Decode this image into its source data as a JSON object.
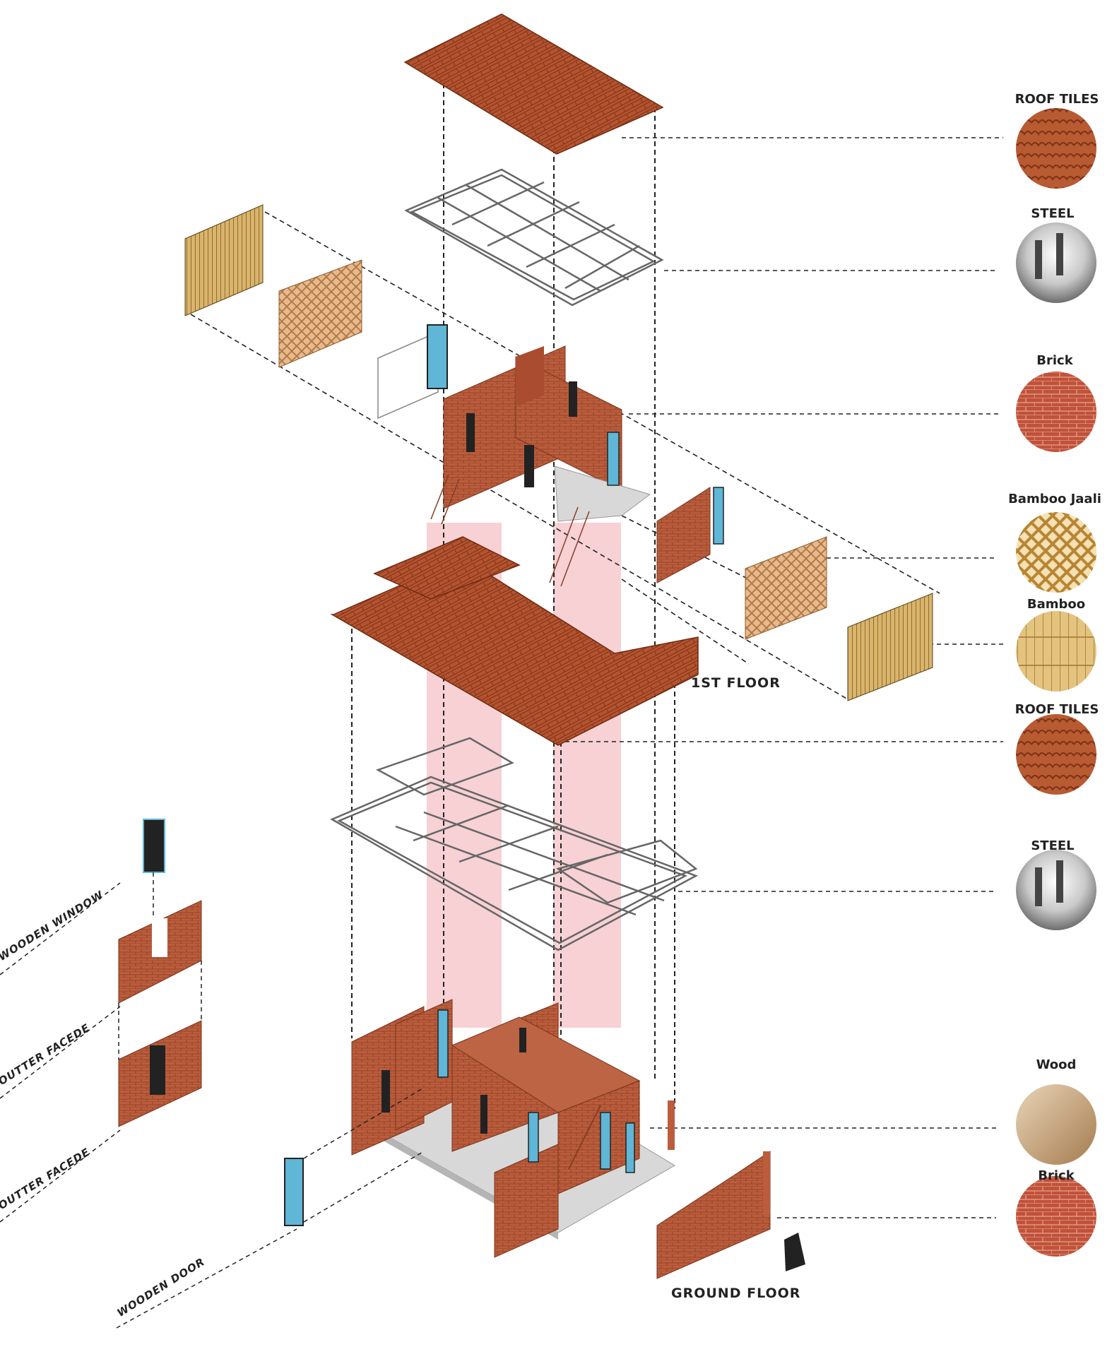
{
  "materials": [
    {
      "id": "roof-tiles-top",
      "label": "ROOF TILES",
      "icon": "roof-tiles-swatch"
    },
    {
      "id": "steel-top",
      "label": "STEEL",
      "icon": "steel-swatch"
    },
    {
      "id": "brick-top",
      "label": "Brick",
      "icon": "brick-swatch"
    },
    {
      "id": "bamboo-jaali",
      "label": "Bamboo Jaali",
      "icon": "bamboo-jaali-swatch"
    },
    {
      "id": "bamboo",
      "label": "Bamboo",
      "icon": "bamboo-swatch"
    },
    {
      "id": "roof-tiles-mid",
      "label": "ROOF TILES",
      "icon": "roof-tiles-swatch"
    },
    {
      "id": "steel-mid",
      "label": "STEEL",
      "icon": "steel-swatch"
    },
    {
      "id": "wood",
      "label": "Wood",
      "icon": "wood-swatch"
    },
    {
      "id": "brick-bottom",
      "label": "Brick",
      "icon": "brick-swatch"
    }
  ],
  "floors": {
    "first": "1ST FLOOR",
    "ground": "GROUND FLOOR"
  },
  "components": {
    "wooden_window": "WOODEN WINDOW",
    "outer_facade_1": "OUTTER FACEDE",
    "outer_facade_2": "OUTTER FACEDE",
    "wooden_door": "WOODEN DOOR"
  },
  "colors": {
    "brick": "#b85a3a",
    "brick_dark": "#8e3f26",
    "tile_line": "#7a3218",
    "steel": "#777777",
    "bamboo": "#c9a25a",
    "glass": "#5fb6d6",
    "pink_column": "#f6c9cc",
    "floor_slab": "#d8d8d8"
  }
}
